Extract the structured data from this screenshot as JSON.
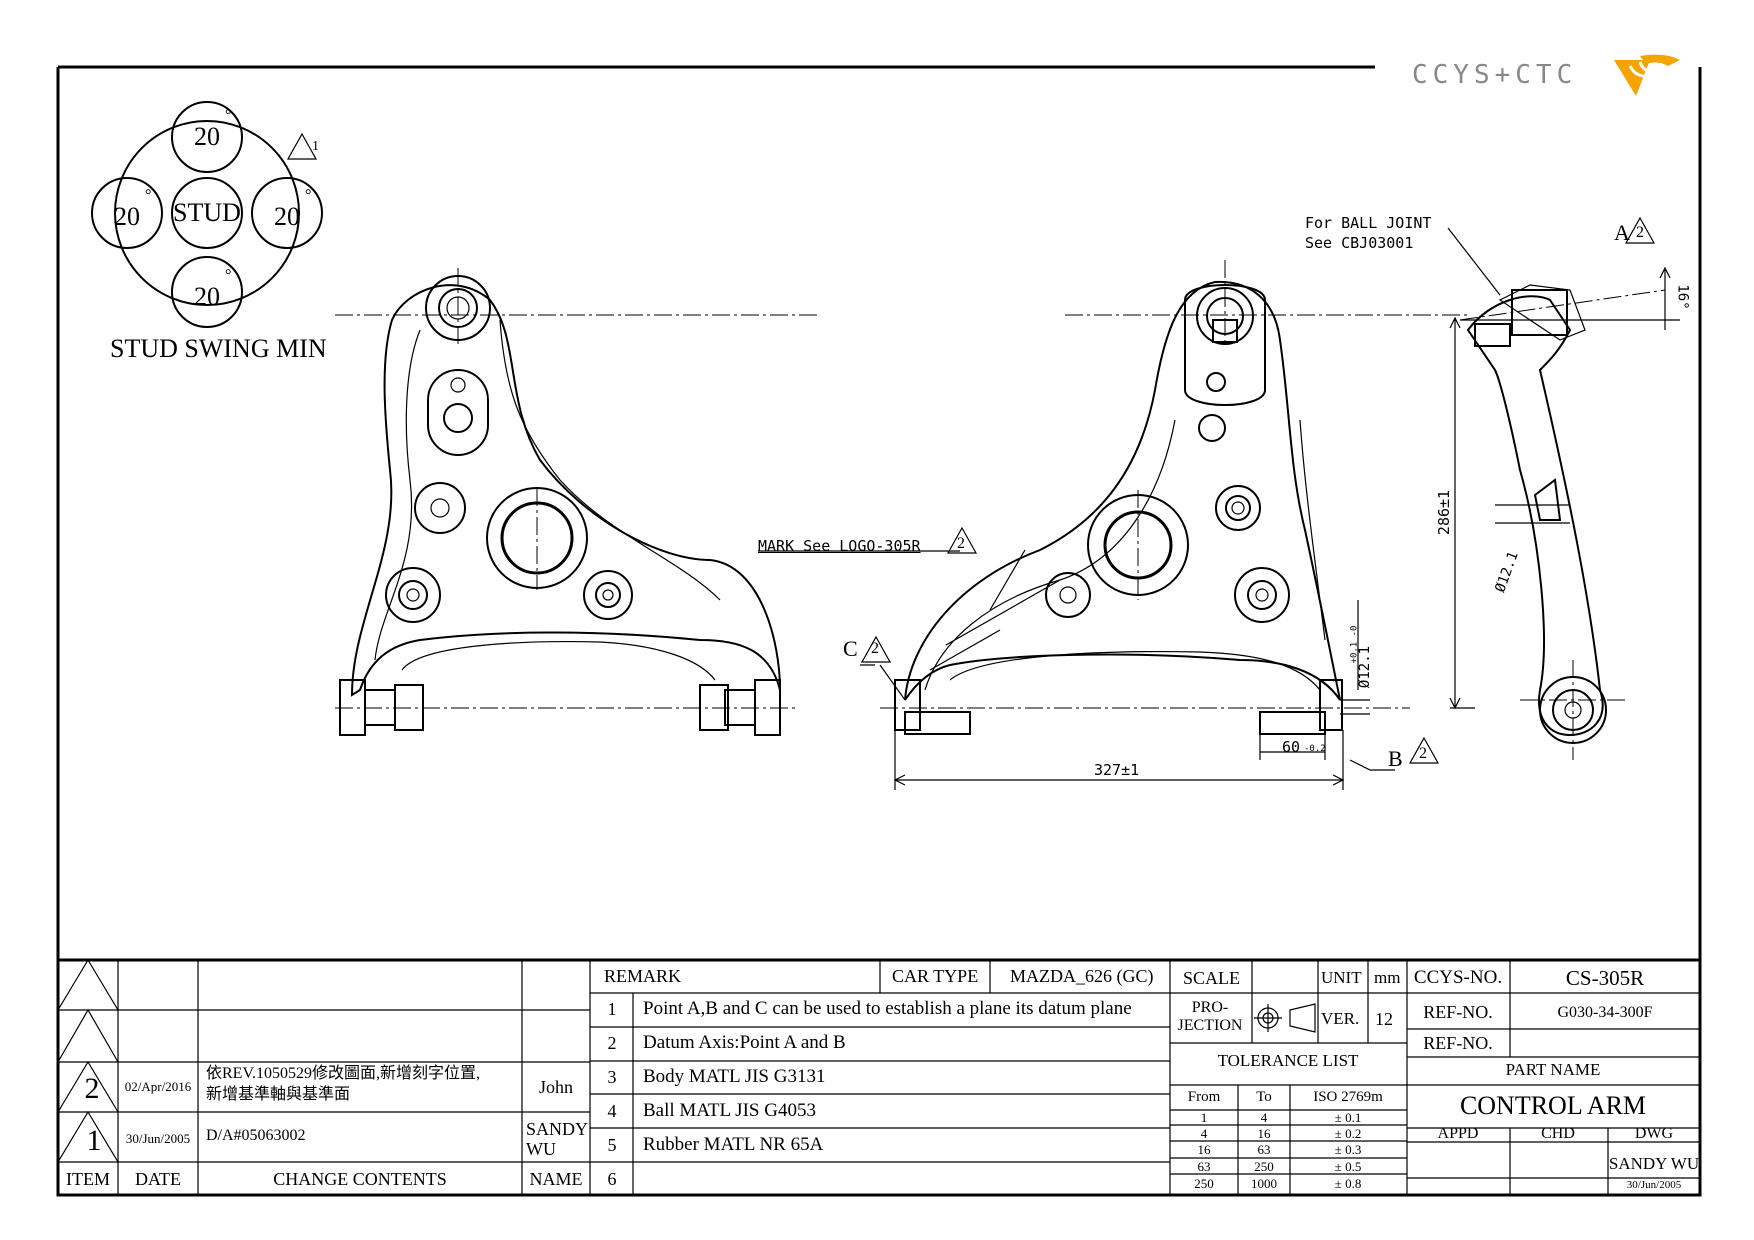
{
  "logo": {
    "text": "CCYS+CTC",
    "color": "#f4a300"
  },
  "stud_swing": {
    "label": "STUD SWING MIN",
    "center_label": "STUD",
    "angles": [
      "20",
      "20",
      "20",
      "20"
    ],
    "degree_mark": "°",
    "revision_mark": "1"
  },
  "annotations": {
    "ball_joint_line1": "For BALL JOINT",
    "ball_joint_line2": "See CBJ03001",
    "point_a": "A",
    "point_b": "B",
    "point_c": "C",
    "rev_mark_2": "2",
    "mark_logo": "MARK See LOGO-305R",
    "angle_16": "16°",
    "dim_286": "286±1",
    "dim_327": "327±1",
    "dim_60": "60",
    "dim_60_tol": "-0.2",
    "dim_dia_12_1": "Ø12.1",
    "dia_tol": "+0.1 -0"
  },
  "revisions": [
    {
      "item": "",
      "date": "",
      "contents": "",
      "name": ""
    },
    {
      "item": "",
      "date": "",
      "contents": "",
      "name": ""
    },
    {
      "item": "2",
      "date": "02/Apr/2016",
      "contents_line1": "依REV.1050529修改圖面,新增刻字位置,",
      "contents_line2": "新增基準軸與基準面",
      "name": "John"
    },
    {
      "item": "1",
      "date": "30/Jun/2005",
      "contents_line1": "D/A#05063002",
      "contents_line2": "",
      "name_line1": "SANDY",
      "name_line2": "WU"
    }
  ],
  "rev_headers": {
    "item": "ITEM",
    "date": "DATE",
    "contents": "CHANGE CONTENTS",
    "name": "NAME"
  },
  "remark": {
    "title": "REMARK",
    "car_type_label": "CAR TYPE",
    "car_type": "MAZDA_626 (GC)",
    "items": [
      {
        "no": "1",
        "text": "Point A,B and C can be used to establish a plane its datum plane"
      },
      {
        "no": "2",
        "text": "Datum Axis:Point A and B"
      },
      {
        "no": "3",
        "text": "Body MATL JIS G3131"
      },
      {
        "no": "4",
        "text": "Ball MATL JIS G4053"
      },
      {
        "no": "5",
        "text": "Rubber MATL NR 65A"
      },
      {
        "no": "6",
        "text": ""
      }
    ]
  },
  "scale_block": {
    "scale_label": "SCALE",
    "scale_value": "",
    "unit_label": "UNIT",
    "unit_value": "mm",
    "projection_line1": "PRO-",
    "projection_line2": "JECTION",
    "ver_label": "VER.",
    "ver_value": "12"
  },
  "tolerance": {
    "title": "TOLERANCE LIST",
    "headers": [
      "From",
      "To",
      "ISO 2769m"
    ],
    "rows": [
      [
        "1",
        "4",
        "± 0.1"
      ],
      [
        "4",
        "16",
        "± 0.2"
      ],
      [
        "16",
        "63",
        "± 0.3"
      ],
      [
        "63",
        "250",
        "± 0.5"
      ],
      [
        "250",
        "1000",
        "± 0.8"
      ]
    ]
  },
  "title_block": {
    "ccys_no_label": "CCYS-NO.",
    "ccys_no": "CS-305R",
    "ref_no_label": "REF-NO.",
    "ref_no": "G030-34-300F",
    "ref_no2_label": "REF-NO.",
    "ref_no2": "",
    "part_name_label": "PART NAME",
    "part_name": "CONTROL ARM",
    "appd": "APPD",
    "chd": "CHD",
    "dwg": "DWG",
    "dwg_name": "SANDY WU",
    "dwg_date": "30/Jun/2005"
  }
}
